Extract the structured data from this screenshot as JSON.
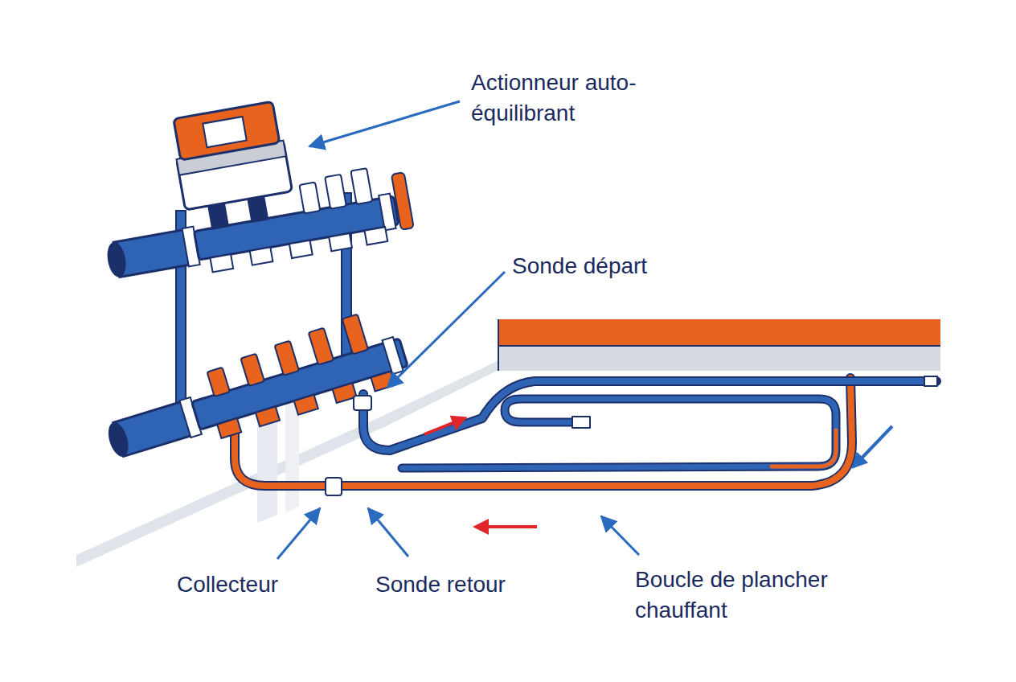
{
  "diagram": {
    "labels": [
      "Actionneur auto-équilibrant",
      "Sonde départ",
      "Collecteur",
      "Sonde retour",
      "Boucle de plancher chauffant"
    ]
  }
}
